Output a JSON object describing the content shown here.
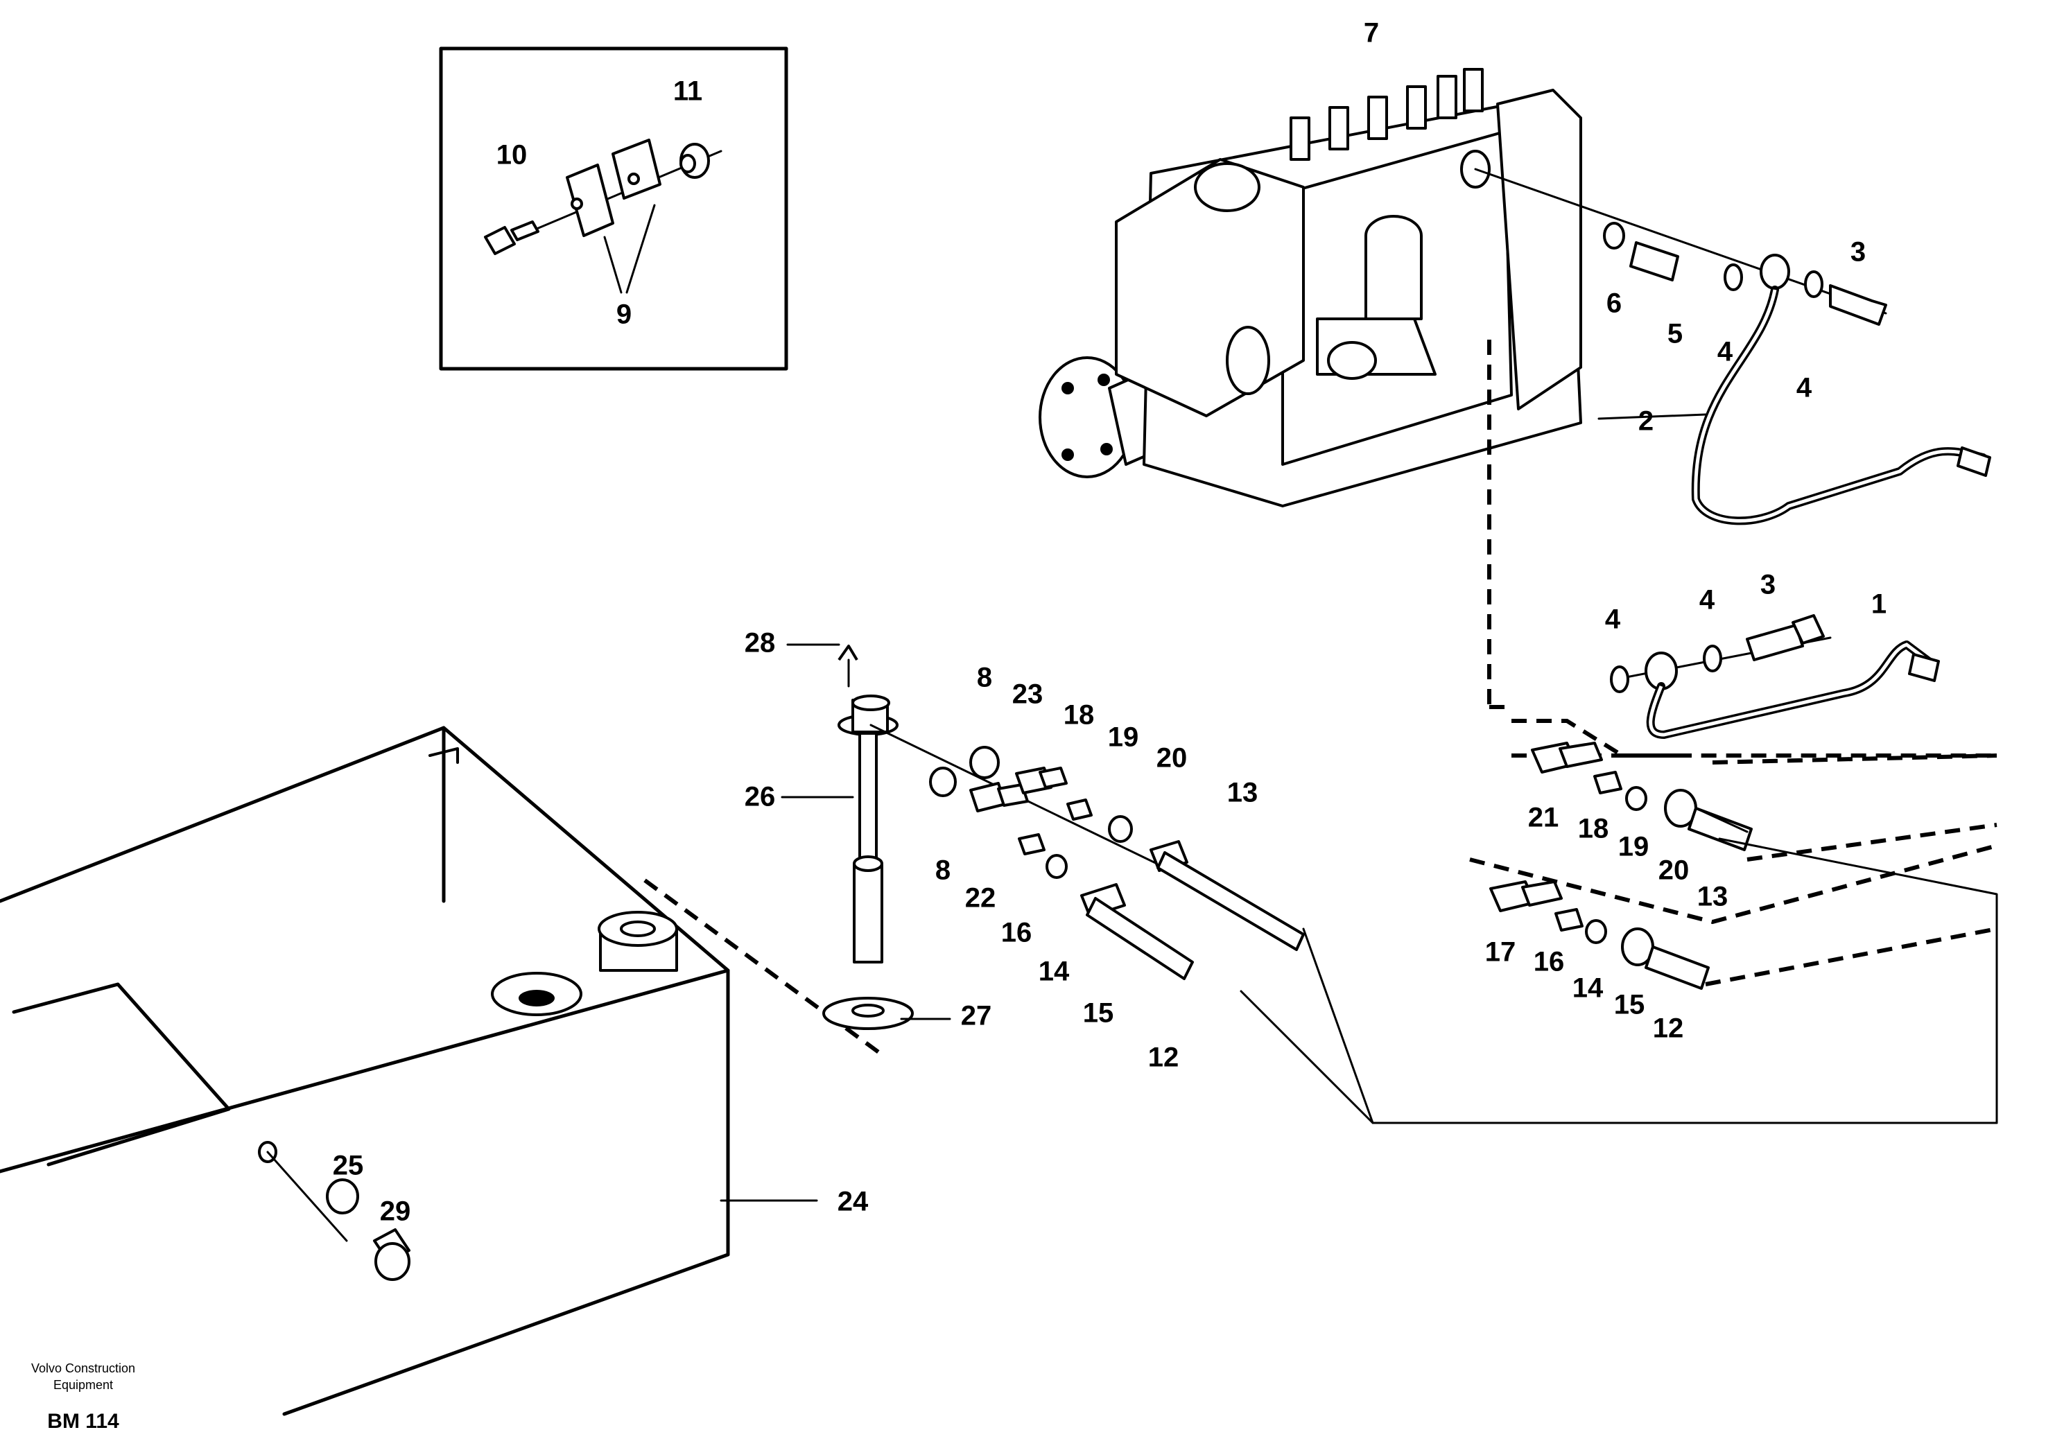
{
  "callouts": {
    "c1": "1",
    "c2": "2",
    "c3a": "3",
    "c3b": "3",
    "c4a": "4",
    "c4b": "4",
    "c4c": "4",
    "c4d": "4",
    "c5": "5",
    "c6": "6",
    "c7": "7",
    "c8a": "8",
    "c8b": "8",
    "c9": "9",
    "c10": "10",
    "c11": "11",
    "c12a": "12",
    "c12b": "12",
    "c13a": "13",
    "c13b": "13",
    "c14a": "14",
    "c14b": "14",
    "c15a": "15",
    "c15b": "15",
    "c16a": "16",
    "c16b": "16",
    "c17": "17",
    "c18a": "18",
    "c18b": "18",
    "c19a": "19",
    "c19b": "19",
    "c20a": "20",
    "c20b": "20",
    "c21": "21",
    "c22": "22",
    "c23": "23",
    "c24": "24",
    "c25": "25",
    "c26": "26",
    "c27": "27",
    "c28": "28",
    "c29": "29"
  },
  "footer": {
    "brand_line1": "Volvo Construction",
    "brand_line2": "Equipment",
    "code": "BM 114"
  }
}
